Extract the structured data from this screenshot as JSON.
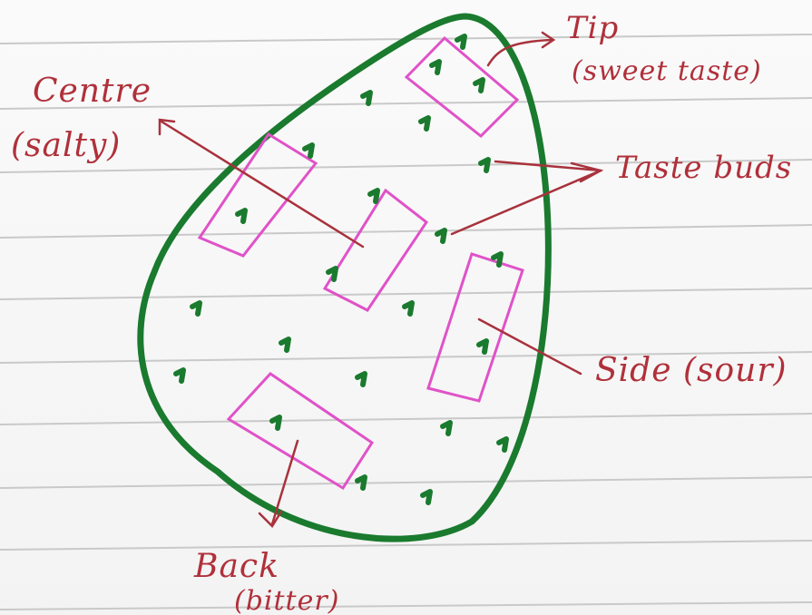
{
  "colors": {
    "tongue_outline": "#1a7a2e",
    "taste_bud": "#1a7a2e",
    "region_box": "#e052c8",
    "label_text": "#b0303a",
    "arrow": "#a8323c",
    "ruled_line": "#c7c7c7"
  },
  "labels": {
    "tip_line1": "Tip",
    "tip_line2": "(sweet taste)",
    "centre_line1": "Centre",
    "centre_line2": "(salty)",
    "taste_buds": "Taste buds",
    "side": "Side (sour)",
    "back_line1": "Back",
    "back_line2": "(bitter)"
  }
}
